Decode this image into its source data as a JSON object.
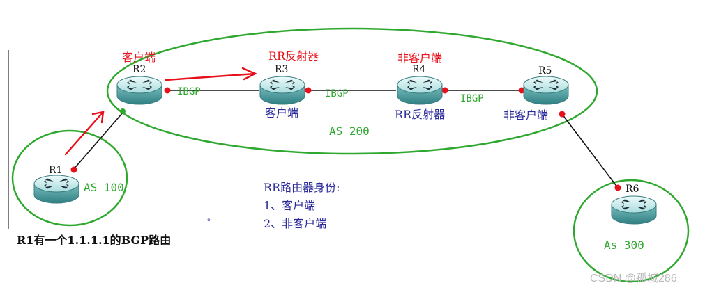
{
  "routers": {
    "r1": {
      "name": "R1"
    },
    "r2": {
      "name": "R2",
      "role": "客户端"
    },
    "r3": {
      "name": "R3",
      "role": "RR反射器",
      "sub": "客户端"
    },
    "r4": {
      "name": "R4",
      "role": "非客户端",
      "sub": "RR反射器"
    },
    "r5": {
      "name": "R5",
      "sub": "非客户端"
    },
    "r6": {
      "name": "R6"
    }
  },
  "links": {
    "r2_r3": "IBGP",
    "r3_r4": "IBGP",
    "r4_r5": "IBGP"
  },
  "as": {
    "as100": "AS 100",
    "as200": "AS 200",
    "as300": "As 300"
  },
  "notes": {
    "route": "R1有一个1.1.1.1的BGP路由",
    "identity_title": "RR路由器身份:",
    "identity_1": "1、客户端",
    "identity_2": "2、非客户端",
    "dot": "。"
  },
  "watermark": "CSDN @孤城286",
  "colors": {
    "red": "#e8101a",
    "green": "#2fa82f",
    "blue": "#2a2a9a",
    "router_top": "#d6f0ef",
    "router_body": "#4a9a9c"
  }
}
